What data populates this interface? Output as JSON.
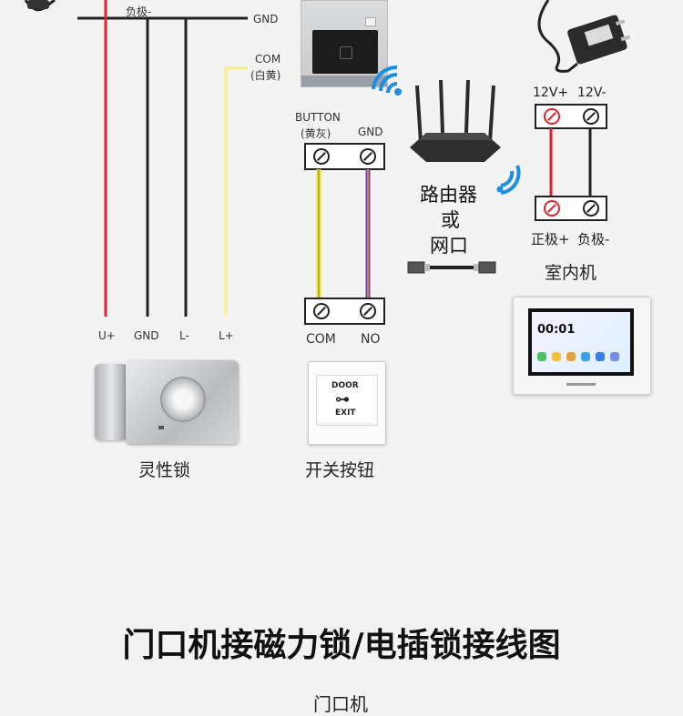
{
  "top_left": {
    "negative_label": "负极-",
    "gnd_label": "GND",
    "com_label": "COM",
    "com_sub": "(白黄)"
  },
  "lock_terminals": [
    "U+",
    "GND",
    "L-",
    "L+"
  ],
  "lock_caption": "灵性锁",
  "button_wiring": {
    "button_label": "BUTTON",
    "button_sub": "(黄灰)",
    "gnd_label": "GND",
    "com_label": "COM",
    "no_label": "NO"
  },
  "exit_button": {
    "door_text": "DOOR",
    "exit_text": "EXIT",
    "caption": "开关按钮"
  },
  "router": {
    "line1": "路由器",
    "line2": "或",
    "line3": "网口"
  },
  "power": {
    "plus_label": "12V+",
    "minus_label": "12V-",
    "pos_label": "正极+",
    "neg_label": "负极-",
    "caption": "室内机"
  },
  "monitor": {
    "time": "00:01"
  },
  "section_title": "门口机接磁力锁/电插锁接线图",
  "bottom_cutoff": "门口机",
  "colors": {
    "red_wire": "#e0262b",
    "yellow_wire": "#f2e11a",
    "purple_wire": "#7a3bb0",
    "wifi_blue": "#1e8fe0",
    "black_wire": "#222222"
  }
}
